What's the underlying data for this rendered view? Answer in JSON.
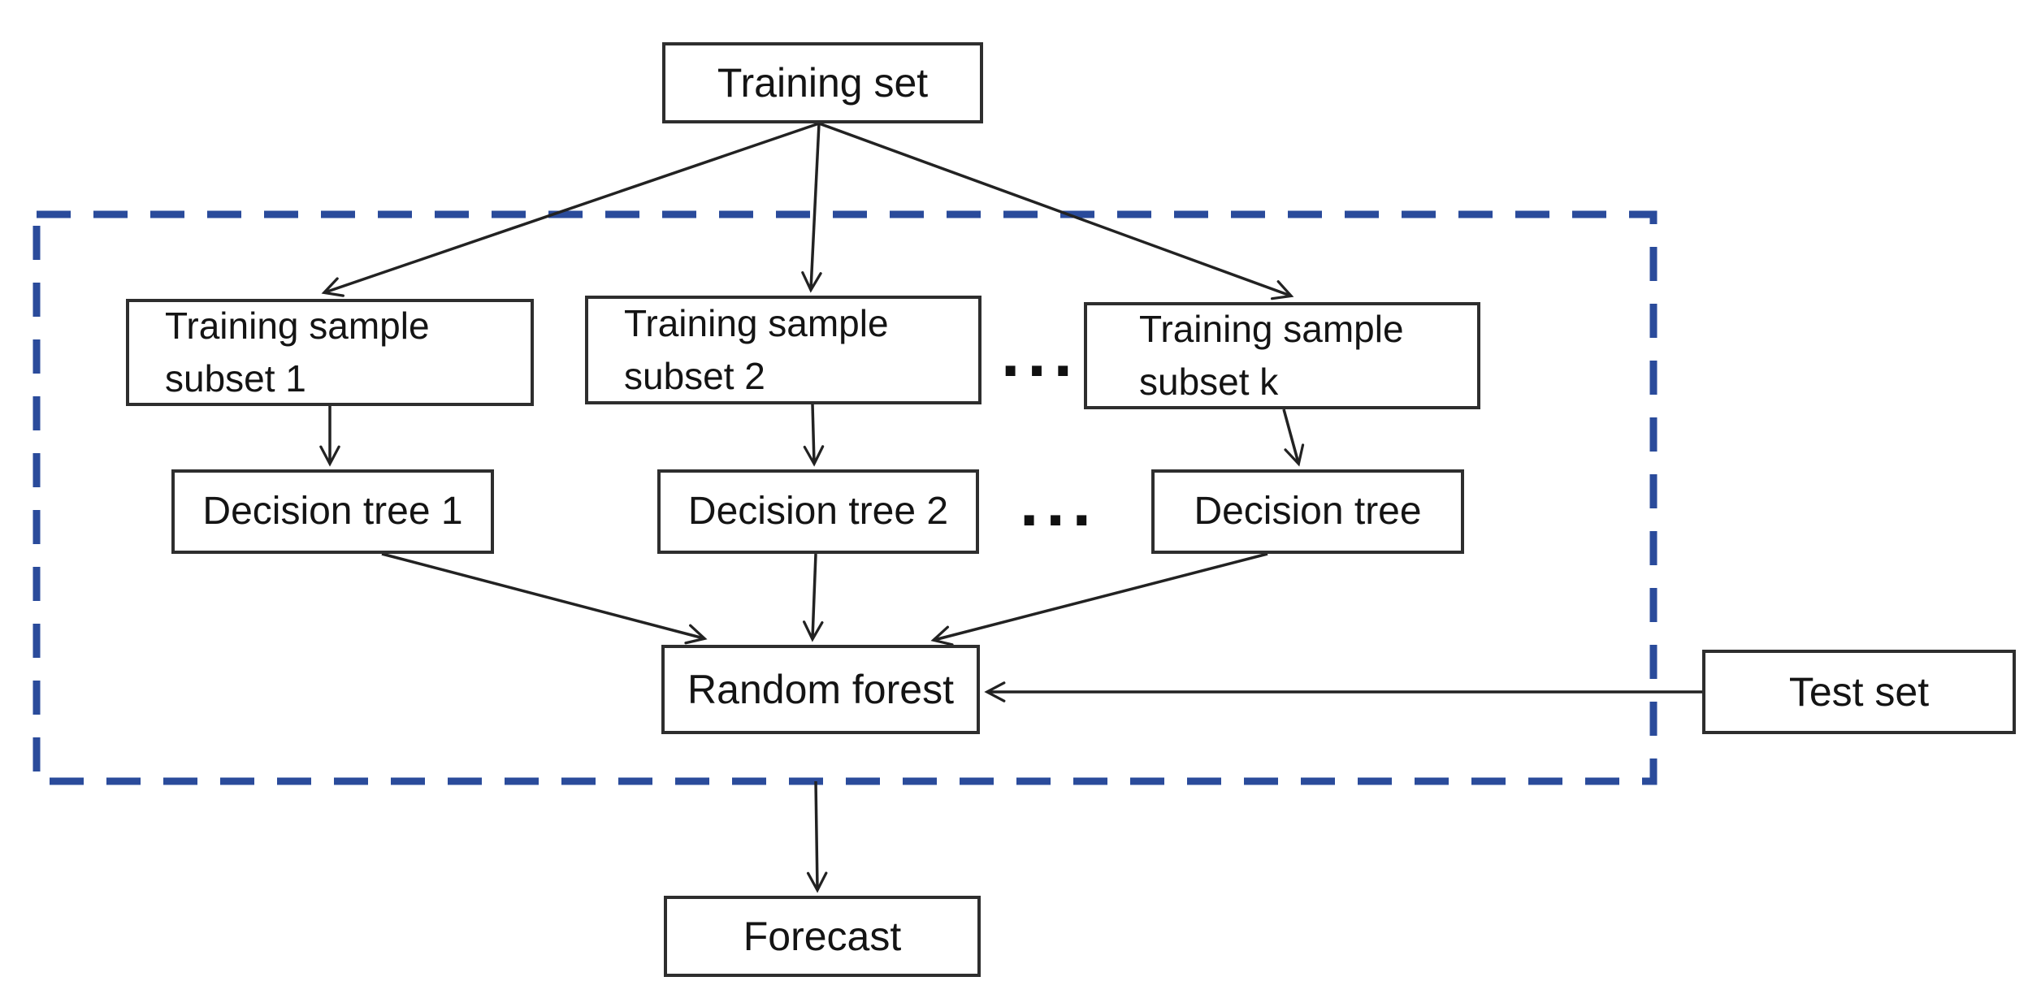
{
  "diagram": {
    "nodes": {
      "training_set": "Training set",
      "subset_1": "Training sample subset 1",
      "subset_2": "Training sample subset 2",
      "subset_k": "Training sample subset k",
      "decision_tree_1": "Decision tree 1",
      "decision_tree_2": "Decision tree 2",
      "decision_tree_k": "Decision tree",
      "random_forest": "Random forest",
      "test_set": "Test set",
      "forecast": "Forecast"
    },
    "ellipsis": {
      "subset_row": "...",
      "tree_row": "..."
    },
    "edges": [
      {
        "from": "training_set",
        "to": "subset_1"
      },
      {
        "from": "training_set",
        "to": "subset_2"
      },
      {
        "from": "training_set",
        "to": "subset_k"
      },
      {
        "from": "subset_1",
        "to": "decision_tree_1"
      },
      {
        "from": "subset_2",
        "to": "decision_tree_2"
      },
      {
        "from": "subset_k",
        "to": "decision_tree_k"
      },
      {
        "from": "decision_tree_1",
        "to": "random_forest"
      },
      {
        "from": "decision_tree_2",
        "to": "random_forest"
      },
      {
        "from": "decision_tree_k",
        "to": "random_forest"
      },
      {
        "from": "test_set",
        "to": "random_forest"
      },
      {
        "from": "random_forest",
        "to": "forecast"
      }
    ],
    "colors": {
      "boundary_dash": "#2a4b9b",
      "box_border": "#2e2e2e",
      "arrow": "#222222",
      "text": "#141414",
      "background": "#ffffff"
    }
  }
}
